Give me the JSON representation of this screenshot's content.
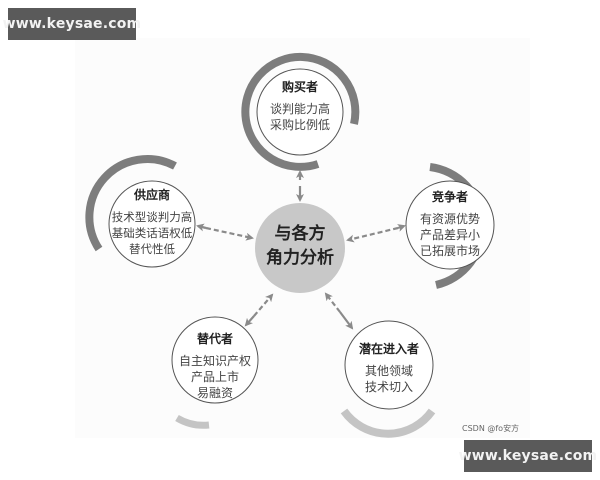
{
  "watermarks": {
    "top_left": "www.keysae.com",
    "bottom_right": "www.keysae.com"
  },
  "credit": "CSDN @fo安方",
  "center": {
    "lines": [
      "与各方",
      "角力分析"
    ],
    "fill": "#c8c8c8"
  },
  "nodes": {
    "buyer": {
      "title": "购买者",
      "lines": [
        "谈判能力高",
        "采购比例低"
      ]
    },
    "supplier": {
      "title": "供应商",
      "lines": [
        "技术型谈判力高",
        "基础类话语权低",
        "替代性低"
      ]
    },
    "competitor": {
      "title": "竞争者",
      "lines": [
        "有资源优势",
        "产品差异小",
        "已拓展市场"
      ]
    },
    "substitute": {
      "title": "替代者",
      "lines": [
        "自主知识产权",
        "产品上市",
        "易融资"
      ]
    },
    "entrant": {
      "title": "潜在进入者",
      "lines": [
        "其他领域",
        "技术切入"
      ]
    }
  },
  "colors": {
    "arc_dark": "#7d7d7d",
    "arc_light": "#c4c4c4",
    "circle_stroke": "#555555",
    "arrow": "#8a8a8a"
  }
}
